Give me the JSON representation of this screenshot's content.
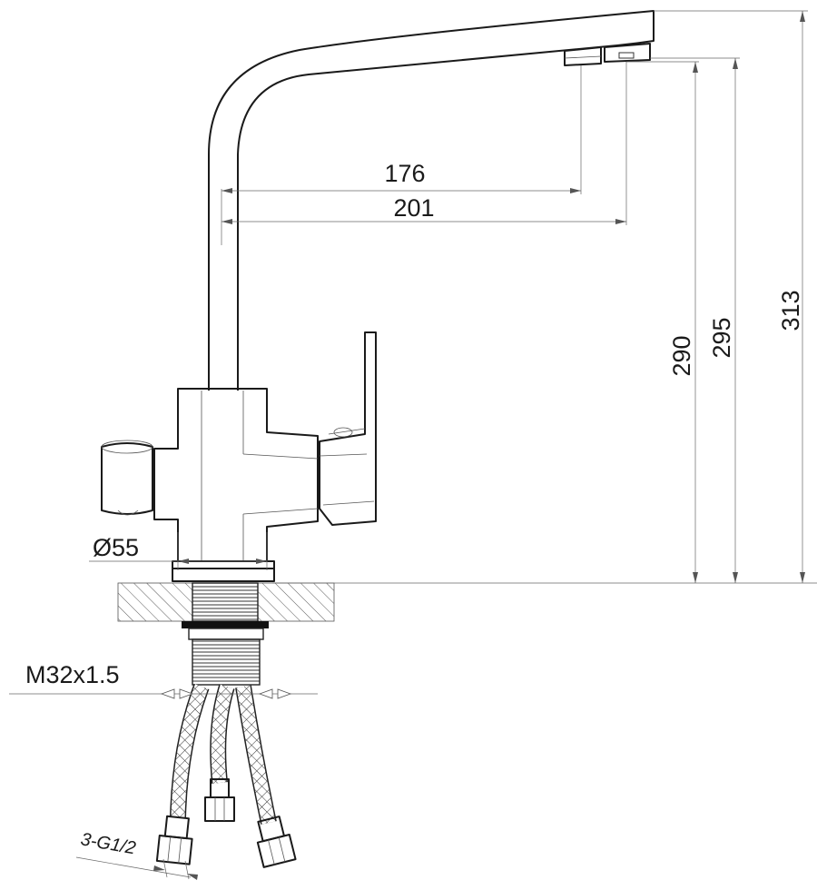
{
  "dimensions": {
    "reach_aerator_1": "176",
    "reach_aerator_2": "201",
    "height_aerator_1": "290",
    "height_aerator_2": "295",
    "overall_height": "313",
    "base_diameter": "Ø55",
    "mounting_thread": "M32x1.5",
    "hose_connection": "3-G1/2"
  }
}
